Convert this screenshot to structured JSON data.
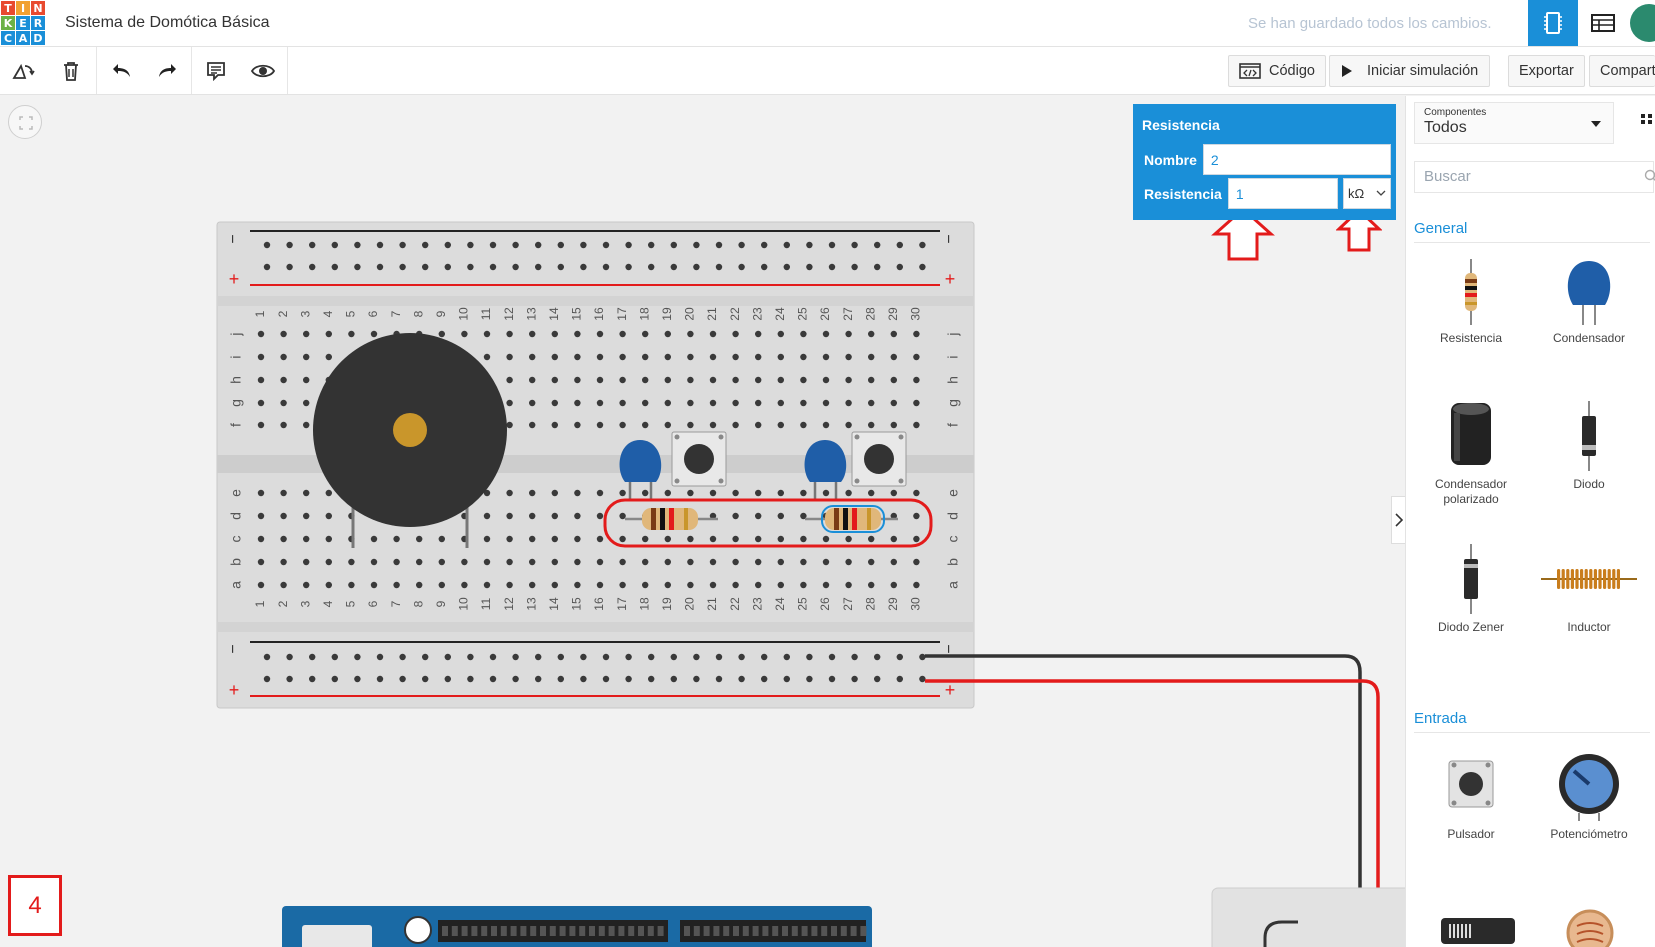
{
  "app": {
    "logo_letters": [
      "T",
      "I",
      "N",
      "K",
      "E",
      "R",
      "C",
      "A",
      "D"
    ],
    "title": "Sistema de Domótica Básica",
    "saved_status": "Se han guardado todos los cambios."
  },
  "toolbar": {
    "code_label": "Código",
    "simulate_label": "Iniciar simulación",
    "export_label": "Exportar",
    "share_label": "Compartir"
  },
  "inspector": {
    "title": "Resistencia",
    "name_label": "Nombre",
    "name_value": "2",
    "resistance_label": "Resistencia",
    "resistance_value": "1",
    "unit": "kΩ"
  },
  "annotation": {
    "step_number": "4"
  },
  "breadboard": {
    "columns": [
      "1",
      "2",
      "3",
      "4",
      "5",
      "6",
      "7",
      "8",
      "9",
      "10",
      "11",
      "12",
      "13",
      "14",
      "15",
      "16",
      "17",
      "18",
      "19",
      "20",
      "21",
      "22",
      "23",
      "24",
      "25",
      "26",
      "27",
      "28",
      "29",
      "30"
    ],
    "rows_top": [
      "j",
      "i",
      "h",
      "g",
      "f"
    ],
    "rows_bottom": [
      "e",
      "d",
      "c",
      "b",
      "a"
    ],
    "rail_minus": "−",
    "rail_plus": "+"
  },
  "sidebar": {
    "dropdown_small": "Componentes",
    "dropdown_value": "Todos",
    "search_placeholder": "Buscar",
    "category_general": "General",
    "category_input": "Entrada",
    "components": {
      "resistor": "Resistencia",
      "capacitor": "Condensador",
      "polarized_capacitor": "Condensador polarizado",
      "diode": "Diodo",
      "zener": "Diodo Zener",
      "inductor": "Inductor",
      "pushbutton": "Pulsador",
      "potentiometer": "Potenciómetro"
    }
  },
  "colors": {
    "accent": "#1a8fd8",
    "highlight": "#e31b1b",
    "wire_black": "#333333",
    "wire_red": "#e31b1b"
  }
}
